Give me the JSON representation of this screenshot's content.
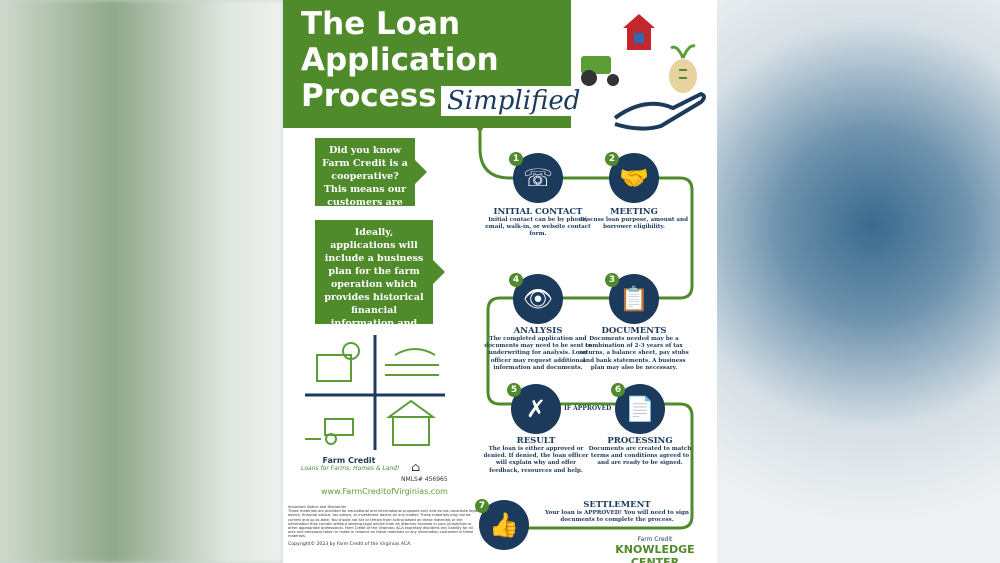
{
  "title": {
    "line1": "The Loan",
    "line2": "Application",
    "line3": "Process",
    "accent": "Simplified"
  },
  "callouts": [
    "Did you know Farm Credit is a cooperative?  This means our customers are also owners.",
    "Ideally, applications will include a business plan for the farm operation which provides historical financial information and projections for future years."
  ],
  "steps": [
    {
      "num": "1",
      "title": "INITIAL CONTACT",
      "text": "Initial contact can be by phone, email, walk-in, or website contact form.",
      "icon": "phone-icon"
    },
    {
      "num": "2",
      "title": "MEETING",
      "text": "Discuss loan purpose, amount and borrower eligibility.",
      "icon": "handshake-icon"
    },
    {
      "num": "3",
      "title": "DOCUMENTS",
      "text": "Documents needed may be a combination of 2-3 years of tax returns, a balance sheet, pay stubs and bank statements.  A business plan may also be necessary.",
      "icon": "clipboard-icon"
    },
    {
      "num": "4",
      "title": "ANALYSIS",
      "text": "The completed application and documents may need to be sent to underwriting for analysis.  Loan officer may request additional information and documents.",
      "icon": "eye-icon"
    },
    {
      "num": "5",
      "title": "RESULT",
      "text": "The loan is either approved or denied. If denied, the loan officer will explain why and offer feedback, resources and help.",
      "icon": "chat-icon"
    },
    {
      "num": "6",
      "title": "PROCESSING",
      "text": "Documents are created to match terms and conditions agreed to and are ready to be signed.",
      "icon": "document-arrow-icon"
    },
    {
      "num": "7",
      "title": "SETTLEMENT",
      "text": "Your loan is APPROVED!  You will need to sign documents to complete the process.",
      "icon": "thumbs-up-icon"
    }
  ],
  "if_approved": "IF APPROVED",
  "footer": {
    "brand": "Farm Credit",
    "tagline": "Loans for Farms, Homes & Land!",
    "nmls": "NMLS# 456965",
    "url": "www.FarmCreditofVirginias.com",
    "disclaimer_title": "Important Notice and Disclaimer",
    "disclaimer": "These materials are provided for educational and informational purposes only and do not constitute legal advice, financial advice, tax advice, or investment advice on any matter. These materials may not be current and up-to-date. You should not act or refrain from acting based on these materials or the information they contain without seeking legal advice from an attorney licensed in your jurisdiction or other appropriate professional. Farm Credit of the Virginias, ACA expressly disclaims any liability for all acts and omissions taken or made in reliance on these materials or any information contained in these materials.",
    "copyright": "Copyright© 2023 by Farm Credit of the Virginias ACA.",
    "kc_small": "Farm Credit",
    "kc_big": "KNOWLEDGE CENTER"
  },
  "colors": {
    "green": "#4f8a2b",
    "navy": "#1c3b5c"
  }
}
